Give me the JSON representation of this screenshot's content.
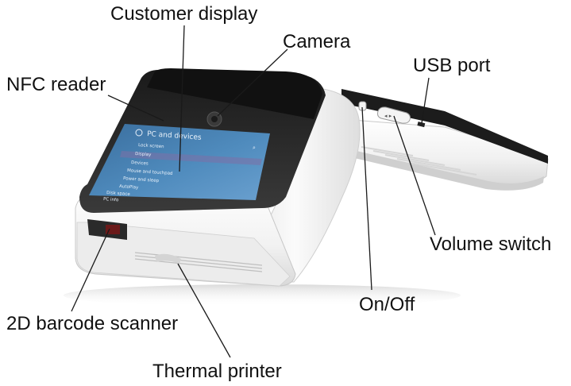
{
  "labels": {
    "customer_display": "Customer display",
    "camera": "Camera",
    "nfc_reader": "NFC reader",
    "usb_port": "USB port",
    "volume_switch": "Volume switch",
    "on_off": "On/Off",
    "barcode_scanner": "2D barcode scanner",
    "thermal_printer": "Thermal printer"
  },
  "screen": {
    "header": "PC and devices",
    "menu_items": [
      "Lock screen",
      "Display",
      "Devices",
      "Mouse and touchpad",
      "Power and sleep",
      "AutoPlay",
      "Disk space",
      "PC info"
    ]
  }
}
